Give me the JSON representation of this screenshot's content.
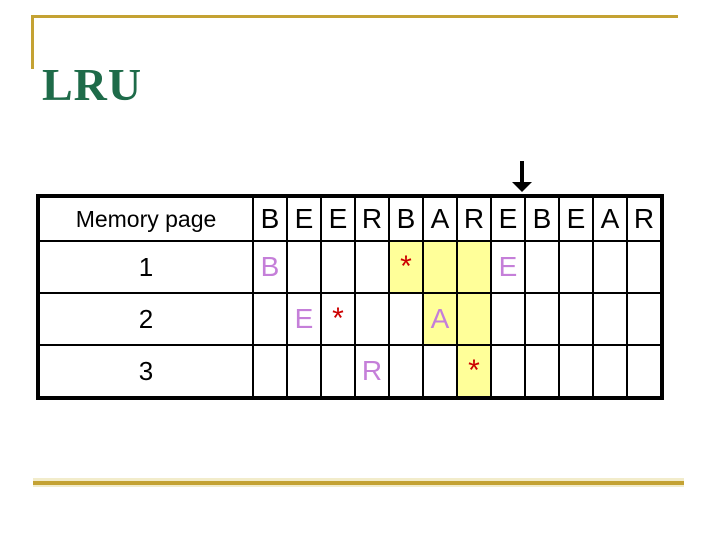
{
  "slide": {
    "title": "LRU"
  },
  "colors": {
    "title_green": "#1E6B49",
    "gold": "#C4A233",
    "gold_light": "#F2ECCB",
    "highlight_yellow": "#FFFF99",
    "letter_purple": "#C57FD9",
    "star_red": "#CC0000"
  },
  "arrow": {
    "name": "current-reference-arrow",
    "points_at_reference_index": 8
  },
  "table": {
    "header_label": "Memory page",
    "reference_string": [
      "B",
      "E",
      "E",
      "R",
      "B",
      "A",
      "R",
      "E",
      "B",
      "E",
      "A",
      "R"
    ],
    "rows": [
      {
        "label": "1",
        "cells": [
          {
            "text": "B",
            "style": "letter"
          },
          {},
          {},
          {},
          {
            "text": "*",
            "style": "star",
            "highlight": true
          },
          {
            "highlight": true
          },
          {
            "highlight": true
          },
          {
            "text": "E",
            "style": "letter"
          },
          {},
          {},
          {},
          {}
        ]
      },
      {
        "label": "2",
        "cells": [
          {},
          {
            "text": "E",
            "style": "letter"
          },
          {
            "text": "*",
            "style": "star"
          },
          {},
          {},
          {
            "text": "A",
            "style": "letter",
            "highlight": true
          },
          {
            "highlight": true
          },
          {},
          {},
          {},
          {},
          {}
        ]
      },
      {
        "label": "3",
        "cells": [
          {},
          {},
          {},
          {
            "text": "R",
            "style": "letter"
          },
          {},
          {},
          {
            "text": "*",
            "style": "star",
            "highlight": true
          },
          {},
          {},
          {},
          {},
          {}
        ]
      }
    ]
  }
}
